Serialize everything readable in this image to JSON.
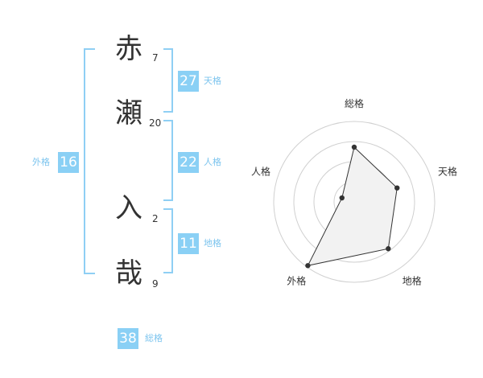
{
  "name": {
    "characters": [
      {
        "char": "赤",
        "strokes": "7"
      },
      {
        "char": "瀬",
        "strokes": "20"
      },
      {
        "char": "入",
        "strokes": "2"
      },
      {
        "char": "哉",
        "strokes": "9"
      }
    ]
  },
  "fortune": {
    "tenkaku": {
      "value": "27",
      "label": "天格"
    },
    "jinkaku": {
      "value": "22",
      "label": "人格"
    },
    "chikaku": {
      "value": "11",
      "label": "地格"
    },
    "gaikaku": {
      "value": "16",
      "label": "外格"
    },
    "soukaku": {
      "value": "38",
      "label": "総格"
    }
  },
  "chart_data": {
    "type": "radar",
    "axes": [
      "総格",
      "天格",
      "地格",
      "外格",
      "人格"
    ],
    "values": [
      3.4,
      2.8,
      3.6,
      4.9,
      0.8
    ],
    "max": 5,
    "rings": 4,
    "colors": {
      "fill": "#f2f2f2",
      "stroke": "#333333",
      "grid": "#d0d0d0"
    }
  }
}
